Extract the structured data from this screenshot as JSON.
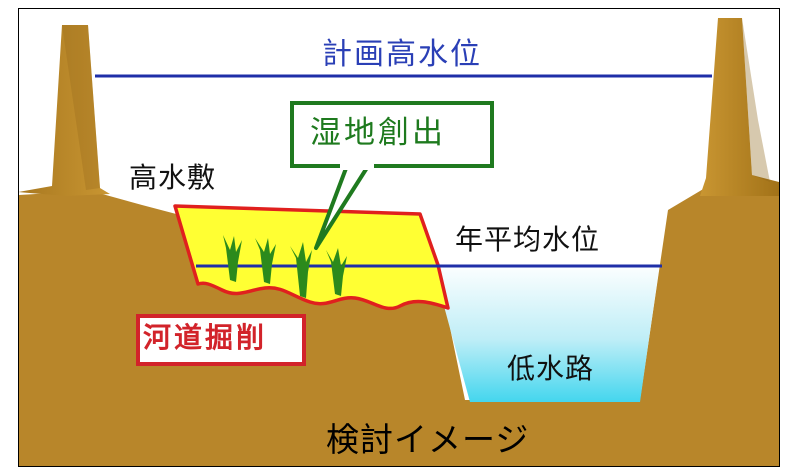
{
  "labels": {
    "planned_high_water": "計画高水位",
    "wetland_creation": "湿地創出",
    "floodplain": "高水敷",
    "annual_mean_water_level": "年平均水位",
    "channel_excavation": "河道掘削",
    "low_water_channel": "低水路",
    "caption": "検討イメージ"
  },
  "colors": {
    "ground": "#b8862a",
    "ground_dark": "#8c6418",
    "water_line": "#1f2fa8",
    "excavation_fill": "#ffff33",
    "excavation_outline": "#e0201e",
    "callout_border": "#1f7a1f",
    "reeds": "#2c8a1c",
    "channel_water_top": "#ffffff",
    "channel_water_bottom": "#44d6ee"
  }
}
